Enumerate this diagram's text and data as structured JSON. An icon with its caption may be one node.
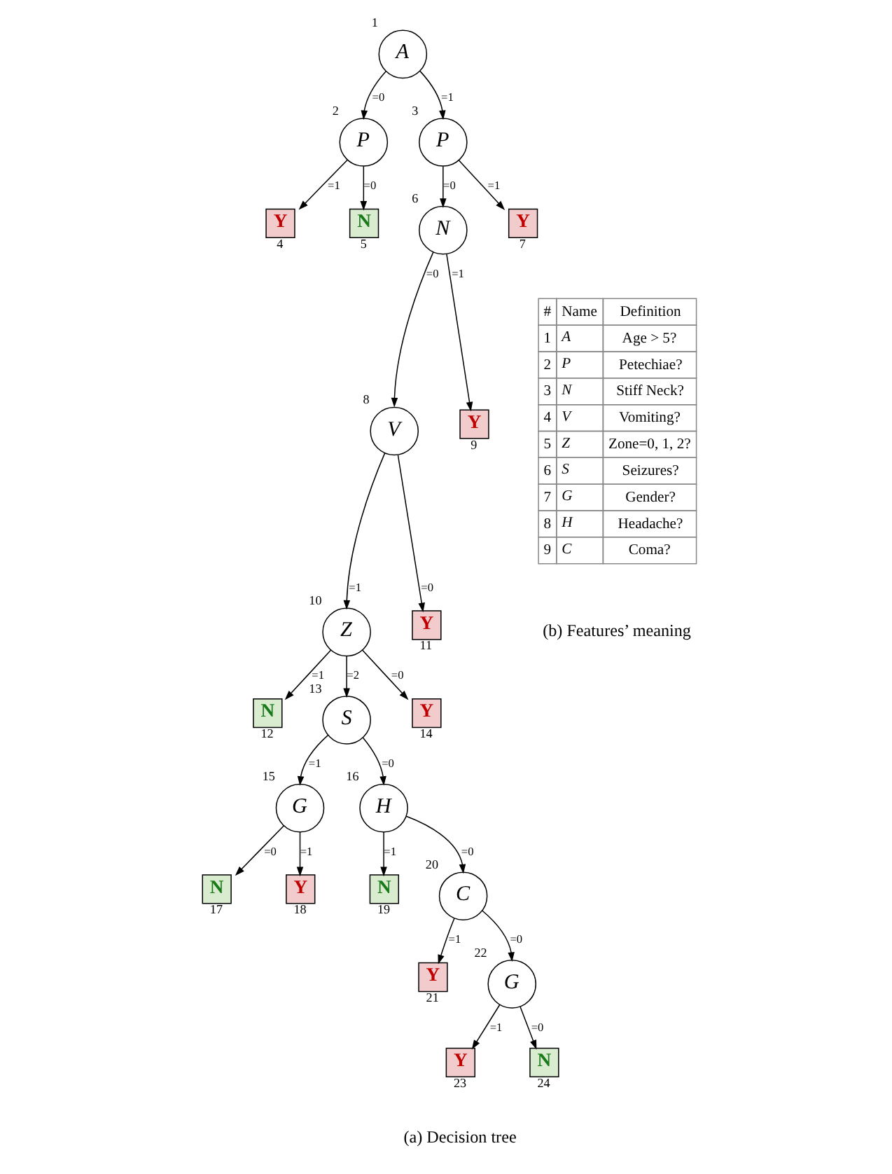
{
  "diagram": {
    "nodes": [
      {
        "text": [
          "A"
        ],
        "beside": [
          "1"
        ]
      },
      {
        "text": [
          "P"
        ],
        "beside": [
          "2"
        ]
      },
      {
        "text": [
          "P"
        ],
        "beside": [
          "3"
        ]
      },
      {
        "text": [
          "Y"
        ],
        "beside": [
          "4"
        ]
      },
      {
        "text": [
          "N"
        ],
        "beside": [
          "5"
        ]
      },
      {
        "text": [
          "N"
        ],
        "beside": [
          "6"
        ]
      },
      {
        "text": [
          "Y"
        ],
        "beside": [
          "7"
        ]
      },
      {
        "text": [
          "V"
        ],
        "beside": [
          "8"
        ]
      },
      {
        "text": [
          "Y"
        ],
        "beside": [
          "9"
        ]
      },
      {
        "text": [
          "Z"
        ],
        "beside": [
          "10"
        ]
      },
      {
        "text": [
          "Y"
        ],
        "beside": [
          "11"
        ]
      },
      {
        "text": [
          "N"
        ],
        "beside": [
          "12"
        ]
      },
      {
        "text": [
          "S"
        ],
        "beside": [
          "13"
        ]
      },
      {
        "text": [
          "Y"
        ],
        "beside": [
          "14"
        ]
      },
      {
        "text": [
          "G"
        ],
        "beside": [
          "15"
        ]
      },
      {
        "text": [
          "H"
        ],
        "beside": [
          "16"
        ]
      },
      {
        "text": [
          "N"
        ],
        "beside": [
          "17"
        ]
      },
      {
        "text": [
          "Y"
        ],
        "beside": [
          "18"
        ]
      },
      {
        "text": [
          "N"
        ],
        "beside": [
          "19"
        ]
      },
      {
        "text": [
          "C"
        ],
        "beside": [
          "20"
        ]
      },
      {
        "text": [
          "Y"
        ],
        "beside": [
          "21"
        ]
      },
      {
        "text": [
          "G"
        ],
        "beside": [
          "22"
        ]
      },
      {
        "text": [
          "Y"
        ],
        "beside": [
          "23"
        ]
      },
      {
        "text": [
          "N"
        ],
        "beside": [
          "24"
        ]
      }
    ],
    "edges": [
      {
        "from": 0,
        "to": 1,
        "arrow": "to",
        "label": "=0"
      },
      {
        "from": 0,
        "to": 2,
        "arrow": "to",
        "label": "=1"
      },
      {
        "from": 1,
        "to": 3,
        "arrow": "to",
        "label": "=1"
      },
      {
        "from": 1,
        "to": 4,
        "arrow": "to",
        "label": "=0"
      },
      {
        "from": 2,
        "to": 5,
        "arrow": "to",
        "label": "=0"
      },
      {
        "from": 2,
        "to": 6,
        "arrow": "to",
        "label": "=1"
      },
      {
        "from": 5,
        "to": 7,
        "arrow": "to",
        "label": "=0"
      },
      {
        "from": 5,
        "to": 8,
        "arrow": "to",
        "label": "=1"
      },
      {
        "from": 7,
        "to": 9,
        "arrow": "to",
        "label": "=1"
      },
      {
        "from": 7,
        "to": 10,
        "arrow": "to",
        "label": "=0"
      },
      {
        "from": 9,
        "to": 11,
        "arrow": "to",
        "label": "=1"
      },
      {
        "from": 9,
        "to": 12,
        "arrow": "to",
        "label": "=2"
      },
      {
        "from": 9,
        "to": 13,
        "arrow": "to",
        "label": "=0"
      },
      {
        "from": 12,
        "to": 14,
        "arrow": "to",
        "label": "=1"
      },
      {
        "from": 12,
        "to": 15,
        "arrow": "to",
        "label": "=0"
      },
      {
        "from": 14,
        "to": 16,
        "arrow": "to",
        "label": "=0"
      },
      {
        "from": 14,
        "to": 17,
        "arrow": "to",
        "label": "=1"
      },
      {
        "from": 15,
        "to": 18,
        "arrow": "to",
        "label": "=1"
      },
      {
        "from": 15,
        "to": 19,
        "arrow": "to",
        "label": "=0"
      },
      {
        "from": 19,
        "to": 20,
        "arrow": "to",
        "label": "=1"
      },
      {
        "from": 19,
        "to": 21,
        "arrow": "to",
        "label": "=0"
      },
      {
        "from": 21,
        "to": 22,
        "arrow": "to",
        "label": "=1"
      },
      {
        "from": 21,
        "to": 23,
        "arrow": "to",
        "label": "=0"
      }
    ],
    "labels": [
      "#",
      "Name",
      "Definition",
      "1",
      "A",
      "Age > 5?",
      "2",
      "P",
      "Petechiae?",
      "3",
      "N",
      "Stiff Neck?",
      "4",
      "V",
      "Vomiting?",
      "5",
      "Z",
      "Zone=0, 1, 2?",
      "6",
      "S",
      "Seizures?",
      "7",
      "G",
      "Gender?",
      "8",
      "H",
      "Headache?",
      "9",
      "C",
      "Coma?",
      "(a) Decision tree",
      "(b) Features’ meaning"
    ]
  }
}
